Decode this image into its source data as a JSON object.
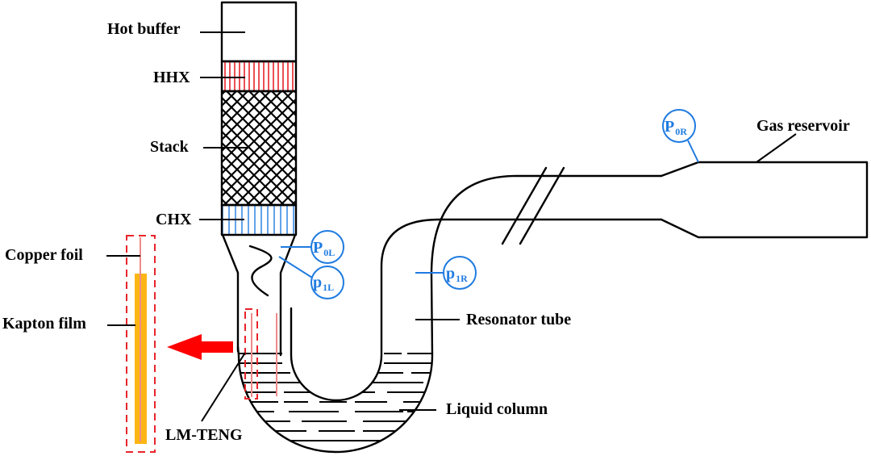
{
  "figure": {
    "type": "schematic",
    "description": "Thermoacoustic engine with liquid-metal TENG"
  },
  "labels": {
    "hot_buffer": "Hot buffer",
    "hhx": "HHX",
    "stack": "Stack",
    "chx": "CHX",
    "copper_foil": "Copper foil",
    "kapton_film": "Kapton film",
    "lm_teng": "LM-TENG",
    "resonator_tube": "Resonator tube",
    "liquid_column": "Liquid column",
    "gas_reservoir": "Gas reservoir"
  },
  "sensors": [
    {
      "id": "P0L",
      "main": "P",
      "sub": "0L"
    },
    {
      "id": "p1L",
      "main": "p",
      "sub": "1L"
    },
    {
      "id": "p1R",
      "main": "p",
      "sub": "1R"
    },
    {
      "id": "P0R",
      "main": "P",
      "sub": "0R"
    }
  ],
  "colors": {
    "outline": "#000000",
    "hhx_hatch": "#e8242a",
    "chx_hatch": "#1f7be0",
    "sensor": "#1f7be0",
    "teng_box": "#e8242a",
    "kapton": "#fbb514",
    "copper": "#f08a8a",
    "arrow": "#ff0000"
  }
}
